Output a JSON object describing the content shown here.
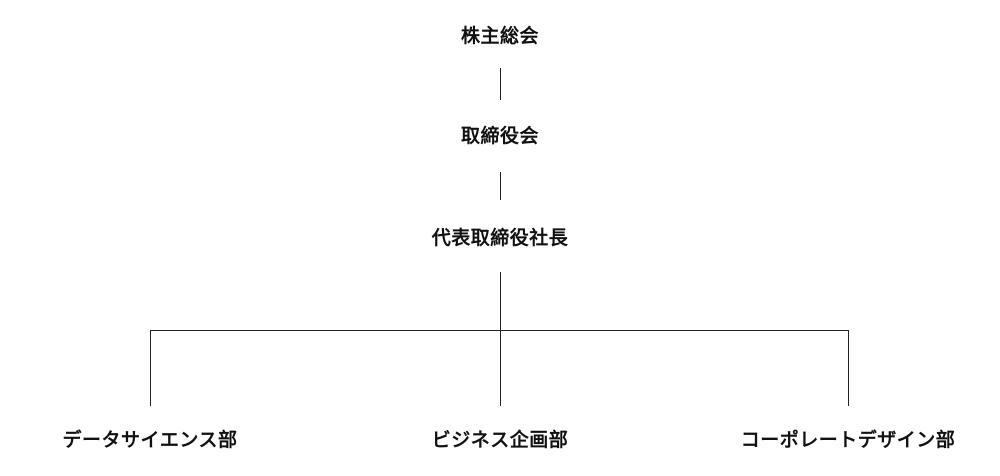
{
  "org": {
    "shareholders": "株主総会",
    "board": "取締役会",
    "president": "代表取締役社長",
    "departments": [
      "データサイエンス部",
      "ビジネス企画部",
      "コーポレートデザイン部"
    ]
  },
  "colors": {
    "text": "#111111",
    "line": "#222222",
    "background": "#ffffff"
  }
}
